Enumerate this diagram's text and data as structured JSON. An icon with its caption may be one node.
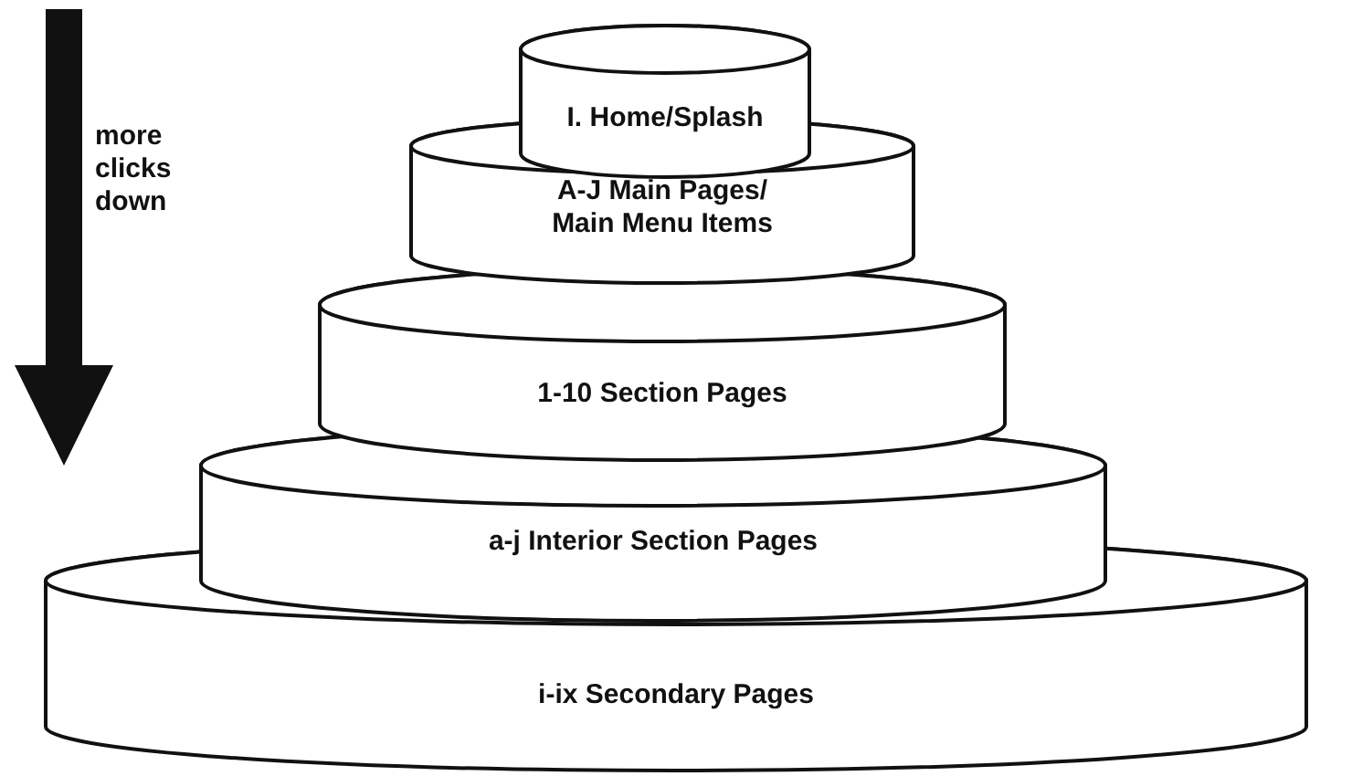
{
  "diagram": {
    "nodes": [
      {
        "text": [
          "I. Home/Splash"
        ]
      },
      {
        "text": [
          "A-J Main Pages/ Main Menu Items"
        ]
      },
      {
        "text": [
          "1-10 Section Pages"
        ]
      },
      {
        "text": [
          "a-j Interior Section Pages"
        ]
      },
      {
        "text": [
          "i-ix Secondary Pages"
        ]
      }
    ],
    "labels": [
      "more clicks down"
    ]
  }
}
